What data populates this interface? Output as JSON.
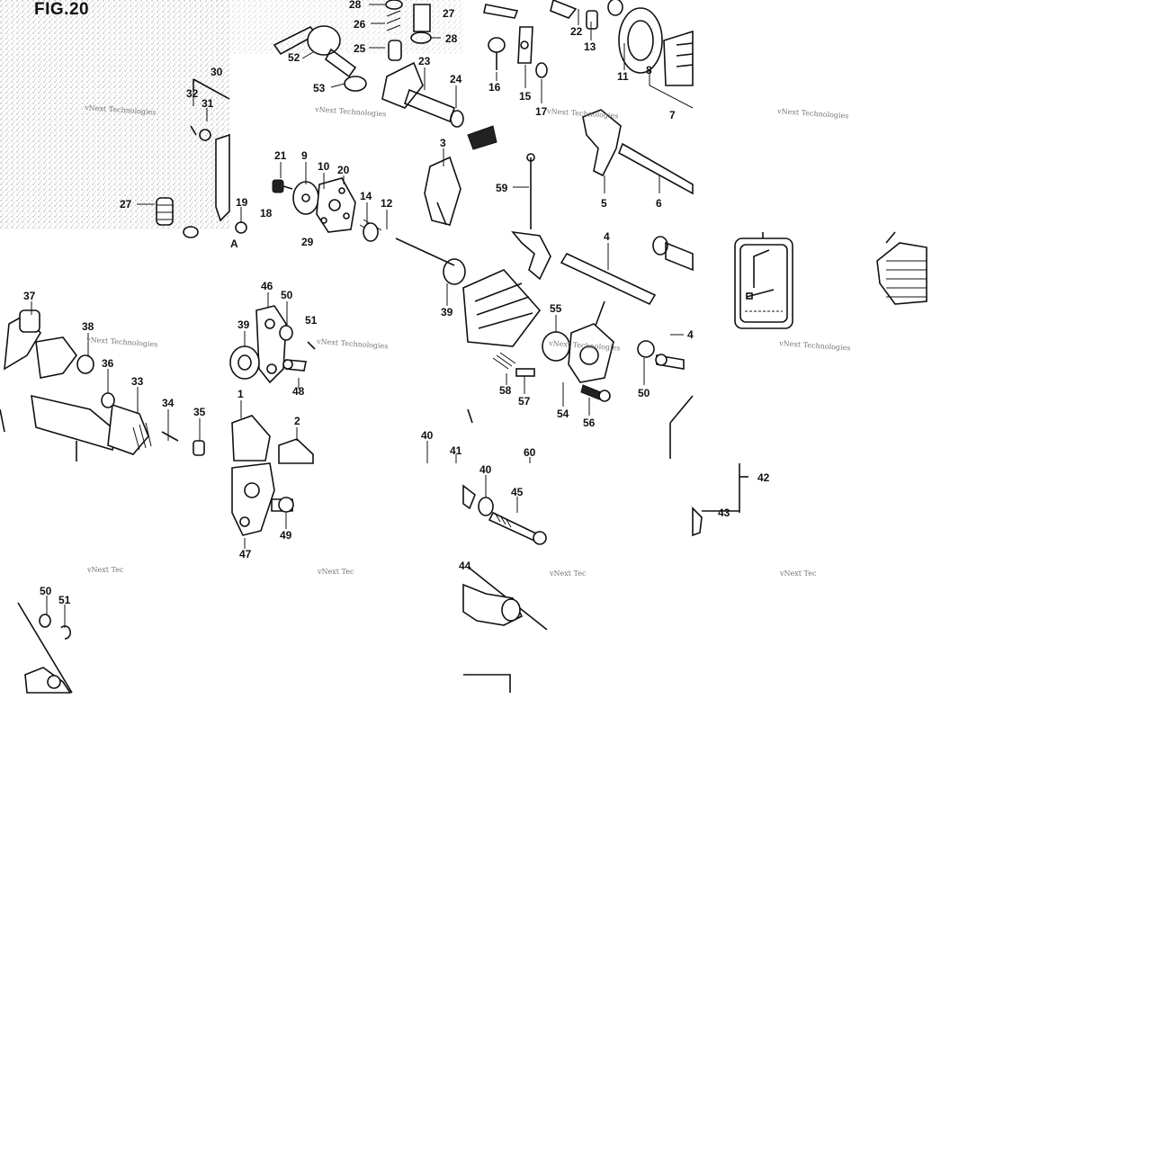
{
  "figure": {
    "title": "FIG.20"
  },
  "watermark": {
    "text": "vNext Technologies",
    "cut_text": "vNext Tec"
  },
  "callouts": [
    {
      "id": "c28a",
      "label": "28"
    },
    {
      "id": "c26",
      "label": "26"
    },
    {
      "id": "c27a",
      "label": "27"
    },
    {
      "id": "c25",
      "label": "25"
    },
    {
      "id": "c28b",
      "label": "28"
    },
    {
      "id": "c52",
      "label": "52"
    },
    {
      "id": "c53",
      "label": "53"
    },
    {
      "id": "c23",
      "label": "23"
    },
    {
      "id": "c24",
      "label": "24"
    },
    {
      "id": "c22",
      "label": "22"
    },
    {
      "id": "c13",
      "label": "13"
    },
    {
      "id": "c11",
      "label": "11"
    },
    {
      "id": "c8",
      "label": "8"
    },
    {
      "id": "c7",
      "label": "7"
    },
    {
      "id": "c16",
      "label": "16"
    },
    {
      "id": "c15",
      "label": "15"
    },
    {
      "id": "c17",
      "label": "17"
    },
    {
      "id": "c30",
      "label": "30"
    },
    {
      "id": "c32",
      "label": "32"
    },
    {
      "id": "c31",
      "label": "31"
    },
    {
      "id": "c27b",
      "label": "27"
    },
    {
      "id": "c19",
      "label": "19"
    },
    {
      "id": "c18",
      "label": "18"
    },
    {
      "id": "c21",
      "label": "21"
    },
    {
      "id": "c9",
      "label": "9"
    },
    {
      "id": "c10",
      "label": "10"
    },
    {
      "id": "c20",
      "label": "20"
    },
    {
      "id": "c14",
      "label": "14"
    },
    {
      "id": "c12",
      "label": "12"
    },
    {
      "id": "c29",
      "label": "29"
    },
    {
      "id": "c3",
      "label": "3"
    },
    {
      "id": "c59",
      "label": "59"
    },
    {
      "id": "c5",
      "label": "5"
    },
    {
      "id": "c6",
      "label": "6"
    },
    {
      "id": "c4",
      "label": "4"
    },
    {
      "id": "c37",
      "label": "37"
    },
    {
      "id": "c38",
      "label": "38"
    },
    {
      "id": "c36",
      "label": "36"
    },
    {
      "id": "c33",
      "label": "33"
    },
    {
      "id": "c34",
      "label": "34"
    },
    {
      "id": "c35",
      "label": "35"
    },
    {
      "id": "c46",
      "label": "46"
    },
    {
      "id": "c50a",
      "label": "50"
    },
    {
      "id": "c39a",
      "label": "39"
    },
    {
      "id": "c51a",
      "label": "51"
    },
    {
      "id": "c48",
      "label": "48"
    },
    {
      "id": "c1",
      "label": "1"
    },
    {
      "id": "c2",
      "label": "2"
    },
    {
      "id": "c39b",
      "label": "39"
    },
    {
      "id": "c55",
      "label": "55"
    },
    {
      "id": "c58",
      "label": "58"
    },
    {
      "id": "c57",
      "label": "57"
    },
    {
      "id": "c54",
      "label": "54"
    },
    {
      "id": "c56",
      "label": "56"
    },
    {
      "id": "c50b",
      "label": "50"
    },
    {
      "id": "c4b",
      "label": "4"
    },
    {
      "id": "c40a",
      "label": "40"
    },
    {
      "id": "c41",
      "label": "41"
    },
    {
      "id": "c60",
      "label": "60"
    },
    {
      "id": "c40b",
      "label": "40"
    },
    {
      "id": "c45",
      "label": "45"
    },
    {
      "id": "c47",
      "label": "47"
    },
    {
      "id": "c49",
      "label": "49"
    },
    {
      "id": "c42",
      "label": "42"
    },
    {
      "id": "c43",
      "label": "43"
    },
    {
      "id": "c50c",
      "label": "50"
    },
    {
      "id": "c51b",
      "label": "51"
    },
    {
      "id": "c44",
      "label": "44"
    },
    {
      "id": "cA",
      "label": "A"
    }
  ]
}
